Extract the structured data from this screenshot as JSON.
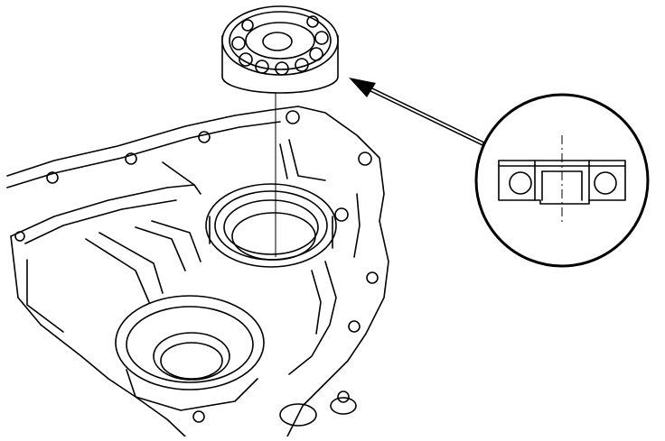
{
  "figure": {
    "type": "technical-illustration",
    "components": [
      "ball-bearing",
      "transmission-case",
      "bearing-detail-callout"
    ],
    "line_color": "#000000",
    "background": "#ffffff"
  }
}
